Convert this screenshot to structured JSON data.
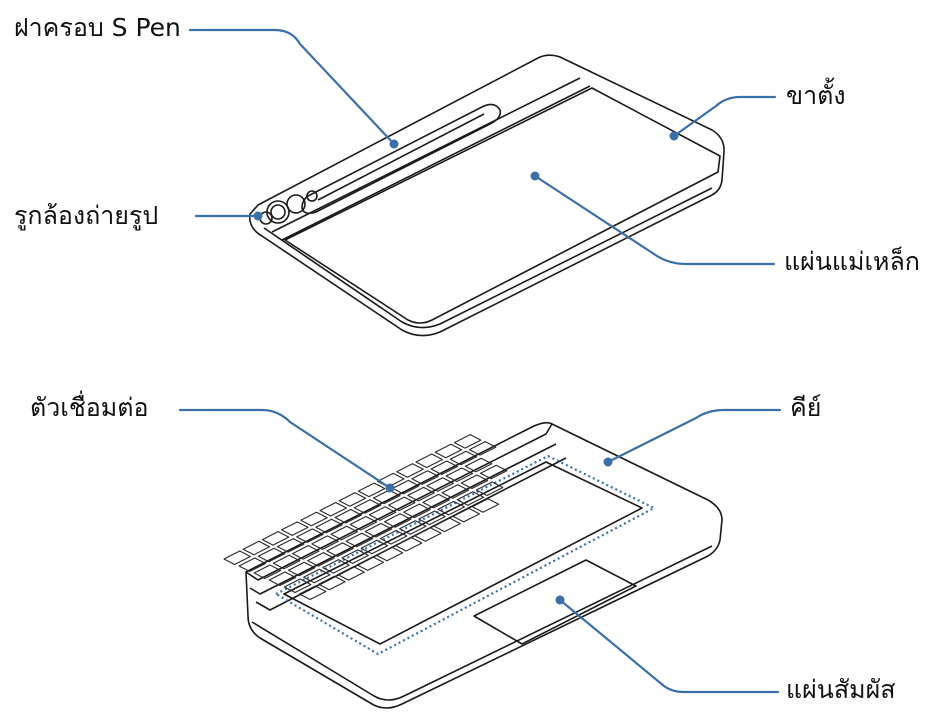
{
  "labels": {
    "s_pen_cover": "ฝาครอบ S Pen",
    "stand": "ขาตั้ง",
    "camera_hole": "รูกล้องถ่ายรูป",
    "magnet_plate": "แผ่นแม่เหล็ก",
    "connector": "ตัวเชื่อมต่อ",
    "keys": "คีย์",
    "touchpad": "แผ่นสัมผัส"
  },
  "colors": {
    "leader_line": "#3b6fa8",
    "outline": "#1a1a1a",
    "key_outline": "#2a2a2a",
    "keyboard_border_dotted": "#3b6fa8",
    "background": "#ffffff"
  },
  "keyboard": {
    "rows": [
      13,
      13,
      12,
      12,
      11,
      10
    ]
  }
}
